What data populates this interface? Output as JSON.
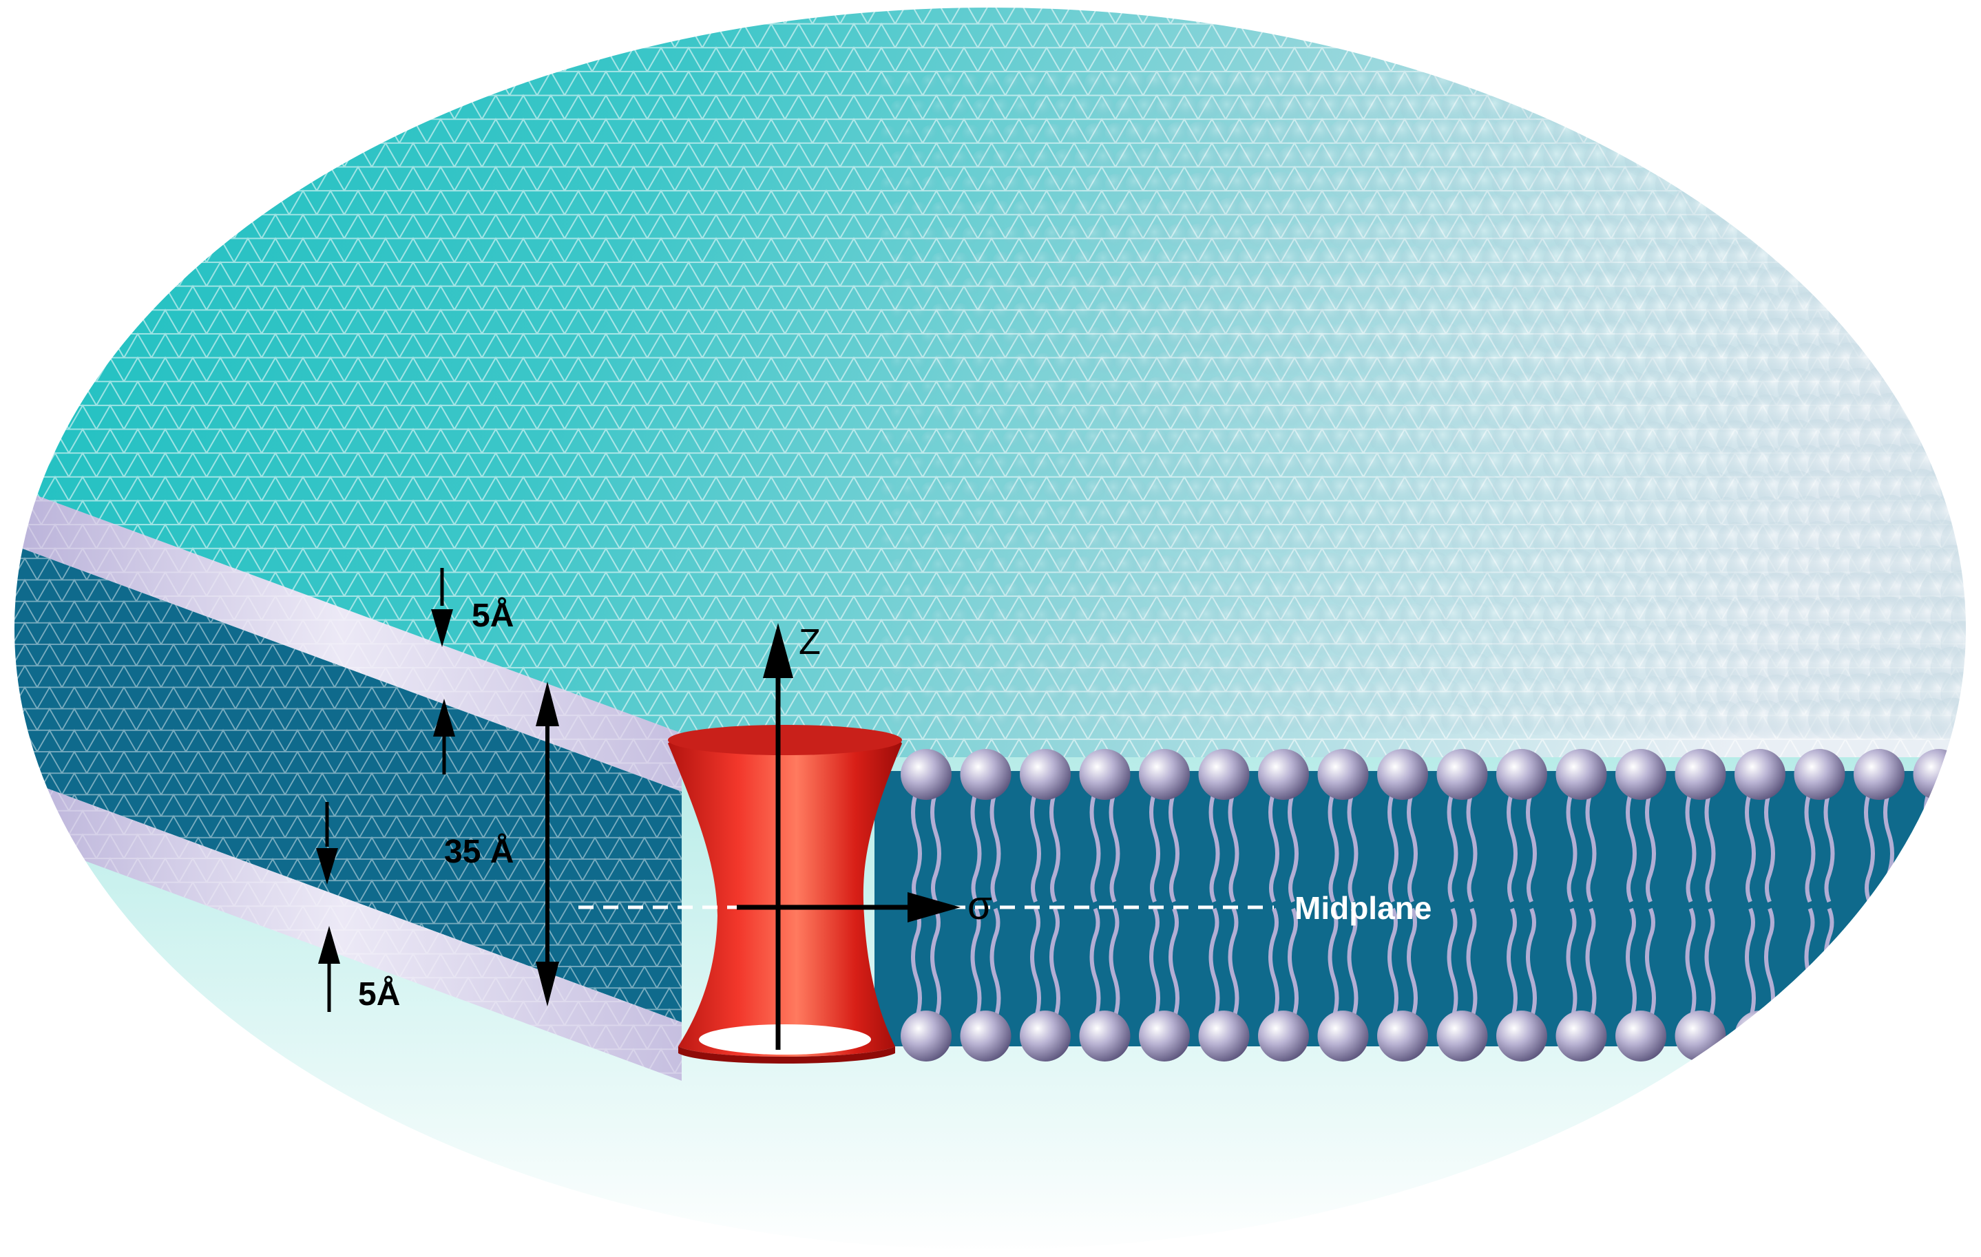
{
  "colors": {
    "surface_top": "#1fc3c3",
    "surface_fade": "#eaf1f6",
    "membrane_core": "#0f6a8c",
    "headgroup_band": "#c9c3e2",
    "lipid_head": "#a8a2c4",
    "protein": "#e5281e",
    "arrow": "#000000",
    "midplane_line": "#ffffff"
  },
  "icons": {
    "protein": "hourglass-protein-channel",
    "lipid": "phospholipid-icon"
  },
  "labels": {
    "top_headgroup_thickness": "5Å",
    "bottom_headgroup_thickness": "5Å",
    "core_thickness": "35 Å",
    "z_axis": "Z",
    "sigma_axis": "σ",
    "midplane": "Midplane"
  }
}
